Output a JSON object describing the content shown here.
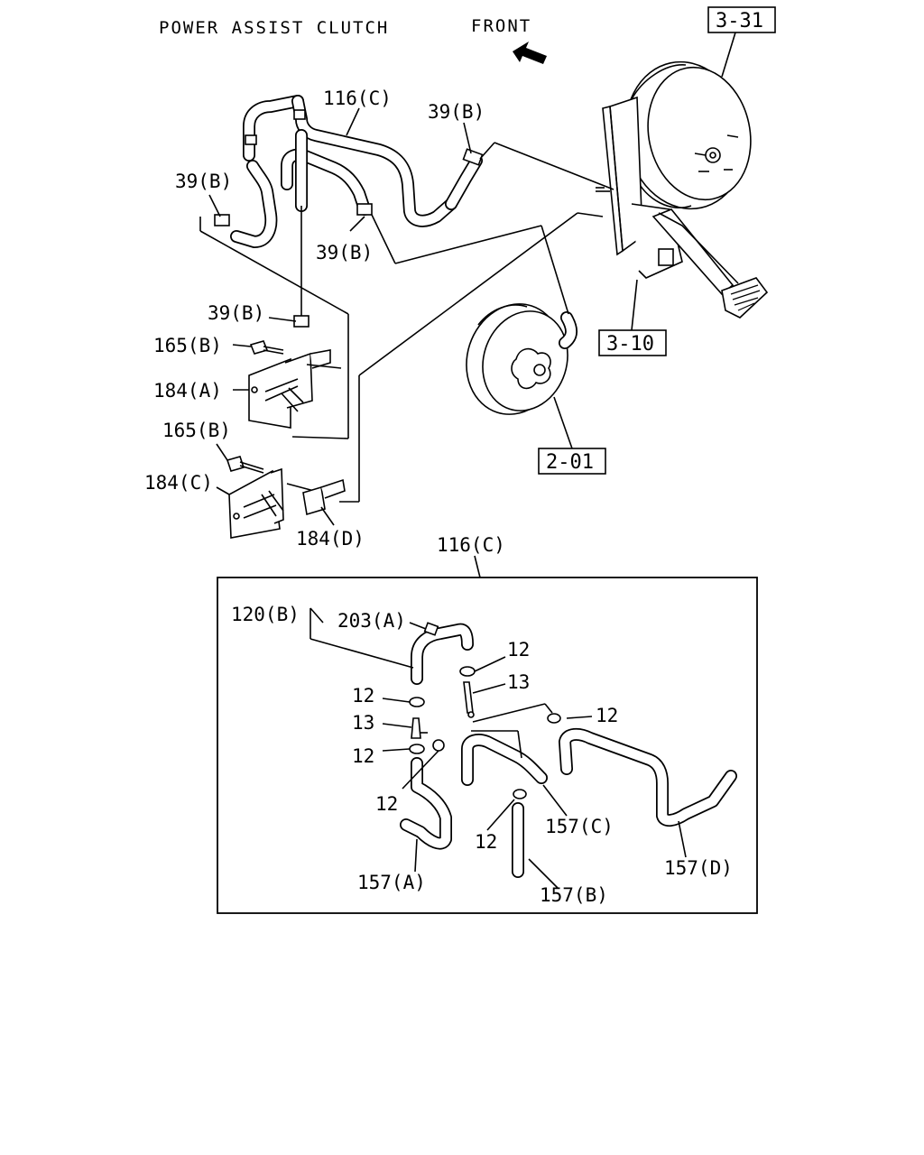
{
  "header": {
    "title": "POWER ASSIST CLUTCH",
    "front_label": "FRONT"
  },
  "references": {
    "ref_3_31": "3-31",
    "ref_3_10": "3-10",
    "ref_2_01": "2-01"
  },
  "labels": {
    "hose_116c_top": "116(C)",
    "clip_39b_top_right": "39(B)",
    "clip_39b_left": "39(B)",
    "clip_39b_mid": "39(B)",
    "clip_39b_lower": "39(B)",
    "bolt_165b_upper": "165(B)",
    "bracket_184a": "184(A)",
    "bolt_165b_lower": "165(B)",
    "bracket_184c": "184(C)",
    "bracket_184d": "184(D)",
    "hose_116c_detail": "116(C)"
  },
  "detail": {
    "pipe_120b": "120(B)",
    "cap_203a": "203(A)",
    "clamp_12_a": "12",
    "connector_13_a": "13",
    "clamp_12_b": "12",
    "clamp_12_c": "12",
    "connector_13_b": "13",
    "clamp_12_d": "12",
    "clamp_12_e": "12",
    "clamp_12_f": "12",
    "hose_157c": "157(C)",
    "hose_157d": "157(D)",
    "hose_157a": "157(A)",
    "hose_157b": "157(B)"
  }
}
